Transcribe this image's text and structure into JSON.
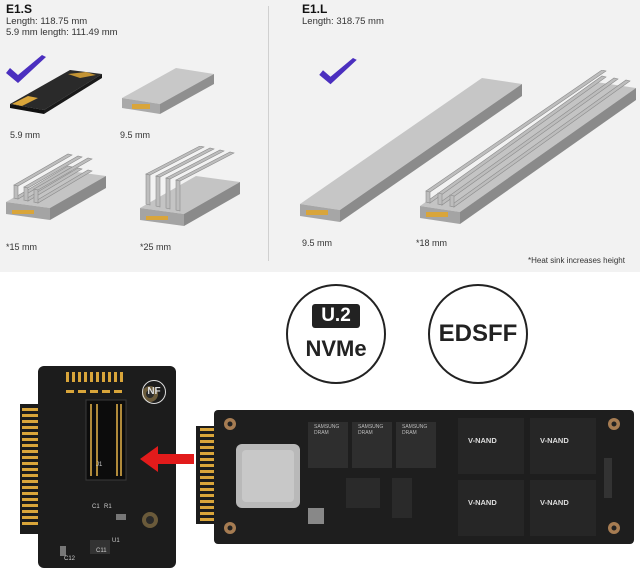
{
  "e1s": {
    "title": "E1.S",
    "length": "Length: 118.75 mm",
    "length_59": "5.9 mm length: 111.49 mm",
    "variants": [
      "5.9 mm",
      "9.5 mm",
      "*15 mm",
      "*25 mm"
    ]
  },
  "e1l": {
    "title": "E1.L",
    "length": "Length: 318.75 mm",
    "variants": [
      "9.5 mm",
      "*18 mm"
    ]
  },
  "note": "*Heat sink increases height",
  "badges": {
    "u2_top": "U.2",
    "u2_bottom": "NVMe",
    "edsff": "EDSFF"
  },
  "adapter": {
    "logo": "NF",
    "labels": [
      "J1",
      "C1",
      "R1",
      "C11",
      "C12",
      "U1"
    ]
  },
  "ssd": {
    "nand": [
      "V-NAND",
      "V-NAND",
      "V-NAND",
      "V-NAND"
    ],
    "dram": [
      "SAMSUNG DRAM",
      "SAMSUNG DRAM",
      "SAMSUNG DRAM"
    ]
  },
  "colors": {
    "check": "#4b2fbf",
    "arrow": "#e21b1b",
    "pcb": "#1c1c1c",
    "gold": "#d9a53a",
    "metal": "#b9b9b9"
  }
}
